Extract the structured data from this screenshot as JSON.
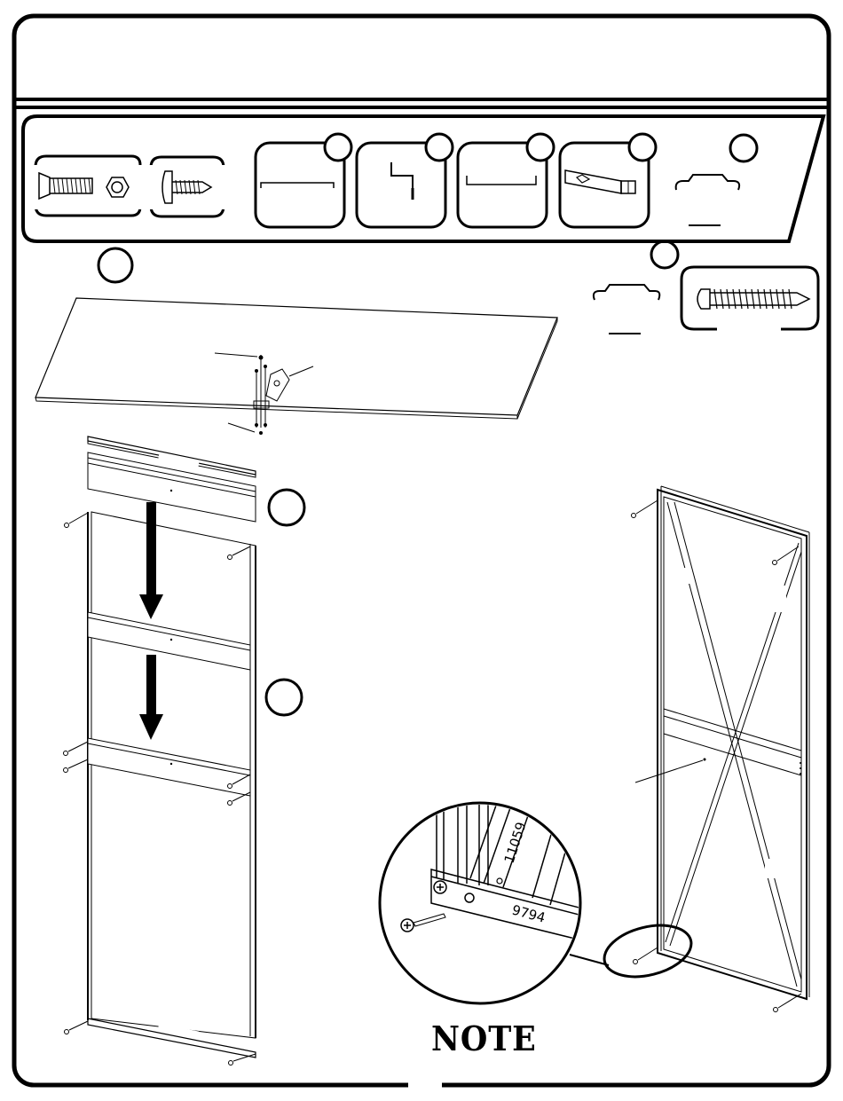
{
  "callout": {
    "part_number_a": "11059",
    "part_number_b": "9794"
  },
  "note": {
    "label": "NOTE"
  },
  "hardware": [
    {
      "name": "flat-head-bolt-and-nut"
    },
    {
      "name": "sheet-metal-screw"
    },
    {
      "name": "long-channel"
    },
    {
      "name": "z-bracket"
    },
    {
      "name": "short-channel"
    },
    {
      "name": "latch-plate"
    },
    {
      "name": "wire-handle"
    }
  ]
}
